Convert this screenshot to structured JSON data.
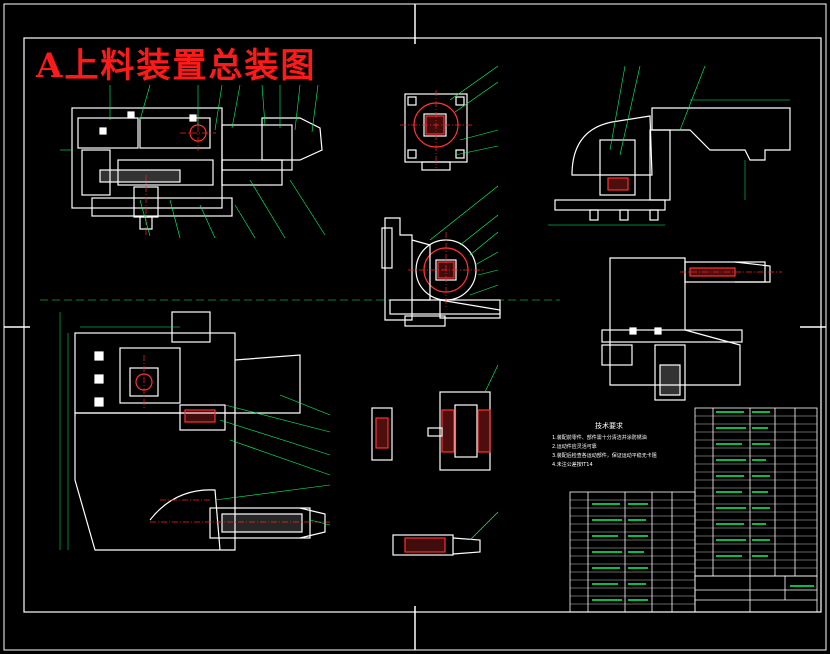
{
  "title": "A上料装置总装图",
  "tech_requirements": {
    "heading": "技术要求",
    "items": [
      "1.装配前零件、部件需十分清洁并涂防锈油",
      "2.运动件应灵活可靠",
      "3.装配后检查各运动部件，保证运动平稳无卡阻",
      "4.未注公差按IT14"
    ]
  },
  "colors": {
    "background": "#000000",
    "lines": "#ffffff",
    "leaders": "#00ff66",
    "centerlines": "#ff2020",
    "hatching": "#ff3030",
    "title_text": "#ff1a1a"
  }
}
